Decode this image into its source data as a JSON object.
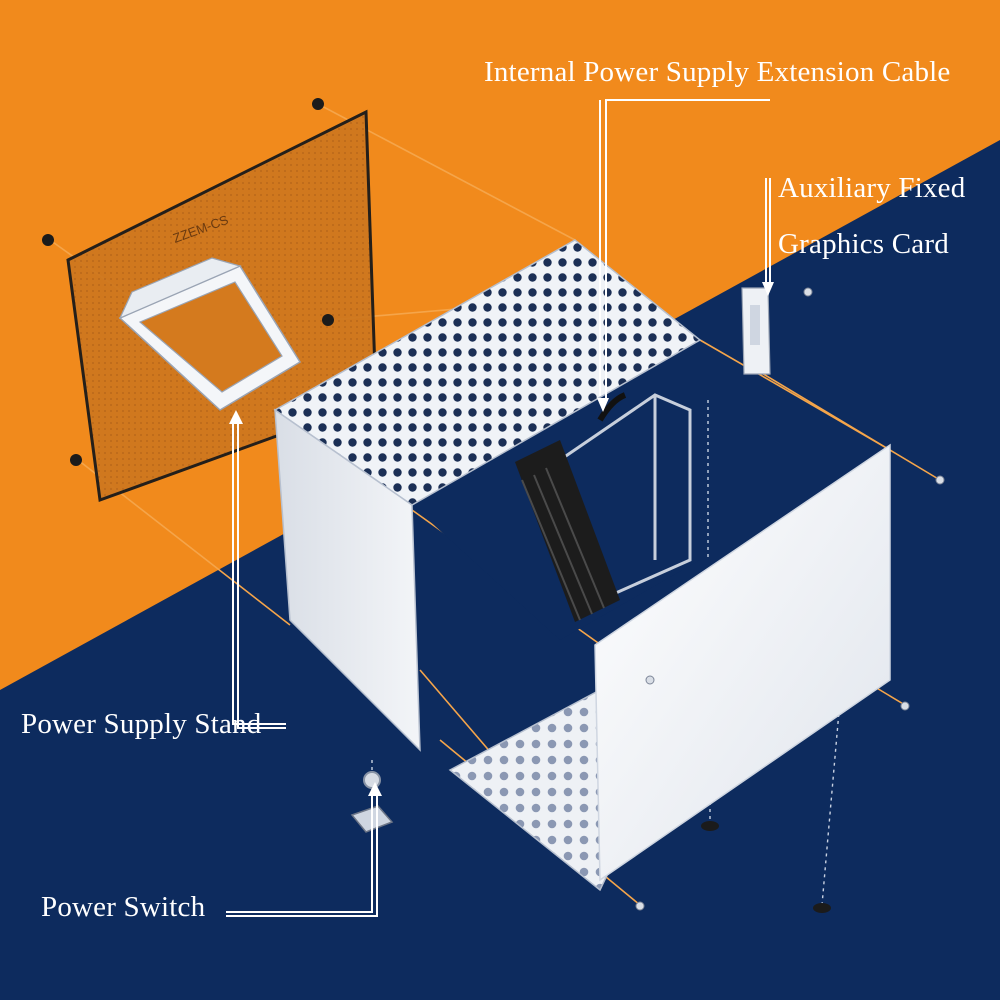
{
  "labels": {
    "internal_cable": "Internal Power Supply Extension Cable",
    "aux_line1": "Auxiliary Fixed",
    "aux_line2": "Graphics Card",
    "psu_stand": "Power Supply Stand",
    "power_switch": "Power Switch"
  },
  "panel_logo_text": "ZZEM-CS",
  "colors": {
    "orange_background": "#f18a1c",
    "navy_background": "#0d2b5e",
    "case_white": "#eef1f5",
    "dust_filter_tint": "#d47a1e",
    "guide_line_orange": "#f5a54a",
    "callout_line_white": "#ffffff"
  }
}
